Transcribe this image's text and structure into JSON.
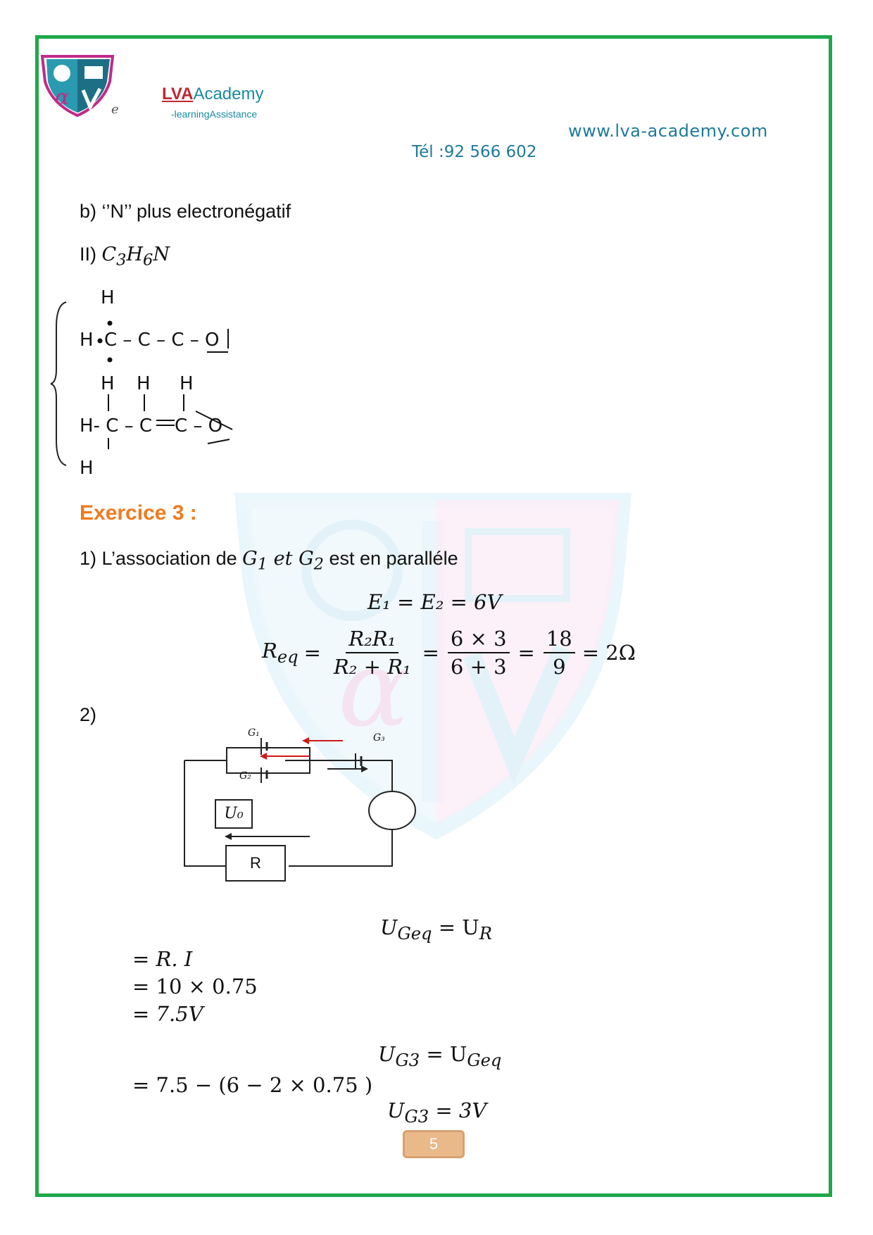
{
  "header": {
    "brand_prefix": "LVA",
    "brand_suffix": "Academy",
    "tagline": "-learningAssistance",
    "logo_letter": "e",
    "website": "www.lva-academy.com",
    "phone": "Tél :92 566 602"
  },
  "part_b": {
    "line": "b) ‘’N’’ plus electronégatif",
    "ii_label": "II) ",
    "formula_c": "C",
    "formula_c_sub": "3",
    "formula_h": "H",
    "formula_h_sub": "6",
    "formula_n": "N"
  },
  "structure1": {
    "top_h": "H",
    "chain_h": "H",
    "chain": "C – C – C – O"
  },
  "structure2": {
    "top_h": [
      "H",
      "H",
      "H"
    ],
    "chain_start": "H- C – C",
    "chain_end": "C – O",
    "bottom_h": "H"
  },
  "exercise": {
    "title": "Exercice 3 :",
    "q1_prefix": "1) L’association de ",
    "q1_g1": "G",
    "q1_g1_sub": "1",
    "q1_et": " et ",
    "q1_g2": "G",
    "q1_g2_sub": "2",
    "q1_suffix": " est en paralléle",
    "eq_e": "E₁ = E₂ = 6V",
    "req_lhs": "R",
    "req_lhs_sub": "eq",
    "req_f1_num": "R₂R₁",
    "req_f1_den": "R₂ + R₁",
    "req_f2_num": "6 × 3",
    "req_f2_den": "6 + 3",
    "req_f3_num": "18",
    "req_f3_den": "9",
    "req_result": "= 2Ω",
    "q2_label": "2)"
  },
  "circuit": {
    "g1": "G₁",
    "g2": "G₂",
    "g3": "G₃",
    "u0": "U₀",
    "r": "R"
  },
  "calc": {
    "ugeq_eq": "U",
    "ugeq_sub": "Geq",
    "ugeq_rhs": " = U",
    "ugeq_rhs_sub": "R",
    "line1": "= R. I",
    "line2": "= 10 × 0.75",
    "line3": "= 7.5V",
    "ug3_lhs": "U",
    "ug3_lhs_sub": "G3",
    "ug3_rhs": " = U",
    "ug3_rhs_sub": "Geq",
    "line4": "= 7.5 − (6 − 2 × 0.75 )",
    "final_lhs": "U",
    "final_lhs_sub": "G3",
    "final_rhs": " = 3V"
  },
  "footer": {
    "page_number": "5"
  },
  "colors": {
    "frame": "#1fa84a",
    "exercise_title": "#ef7b1e",
    "link": "#1f7a9a",
    "arrow_red": "#d01818"
  }
}
